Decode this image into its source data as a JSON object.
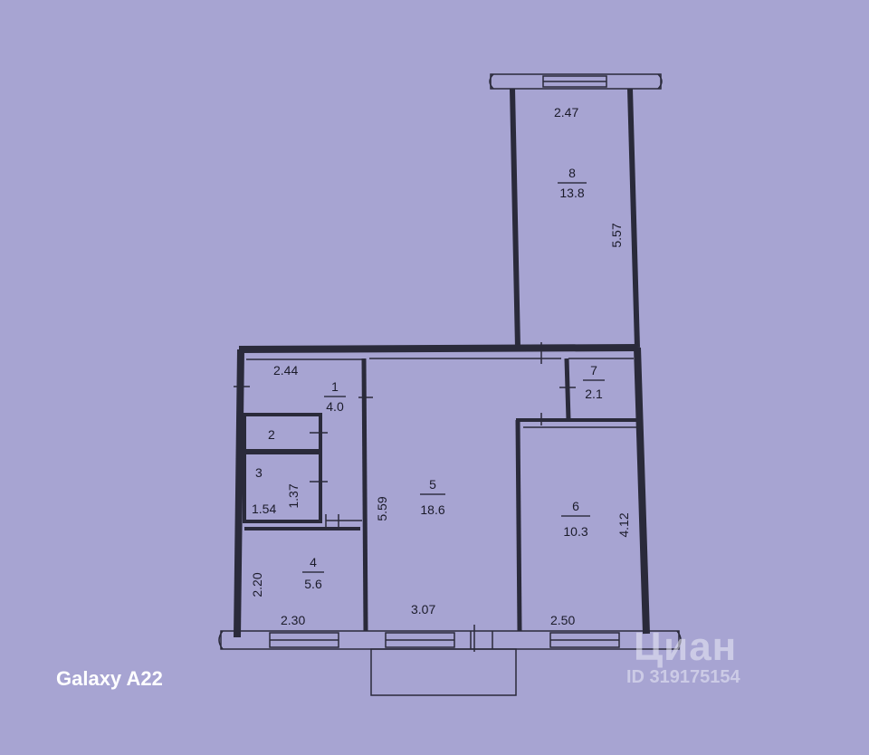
{
  "rooms": [
    {
      "id": "1",
      "area": "4.0"
    },
    {
      "id": "2",
      "area": ""
    },
    {
      "id": "3",
      "area": ""
    },
    {
      "id": "4",
      "area": "5.6"
    },
    {
      "id": "5",
      "area": "18.6"
    },
    {
      "id": "6",
      "area": "10.3"
    },
    {
      "id": "7",
      "area": "2.1"
    },
    {
      "id": "8",
      "area": "13.8"
    }
  ],
  "dimensions": {
    "d_2_47": "2.47",
    "d_5_57": "5.57",
    "d_2_44": "2.44",
    "d_1_37": "1.37",
    "d_1_54": "1.54",
    "d_5_59": "5.59",
    "d_4_12": "4.12",
    "d_2_20": "2.20",
    "d_2_30": "2.30",
    "d_3_07": "3.07",
    "d_2_50": "2.50"
  },
  "camera_label": "Galaxy A22",
  "watermark": {
    "logo": "Циан",
    "id": "ID 319175154"
  },
  "colors": {
    "paper": "#a7a4d2",
    "ink": "#1b1b2a"
  }
}
